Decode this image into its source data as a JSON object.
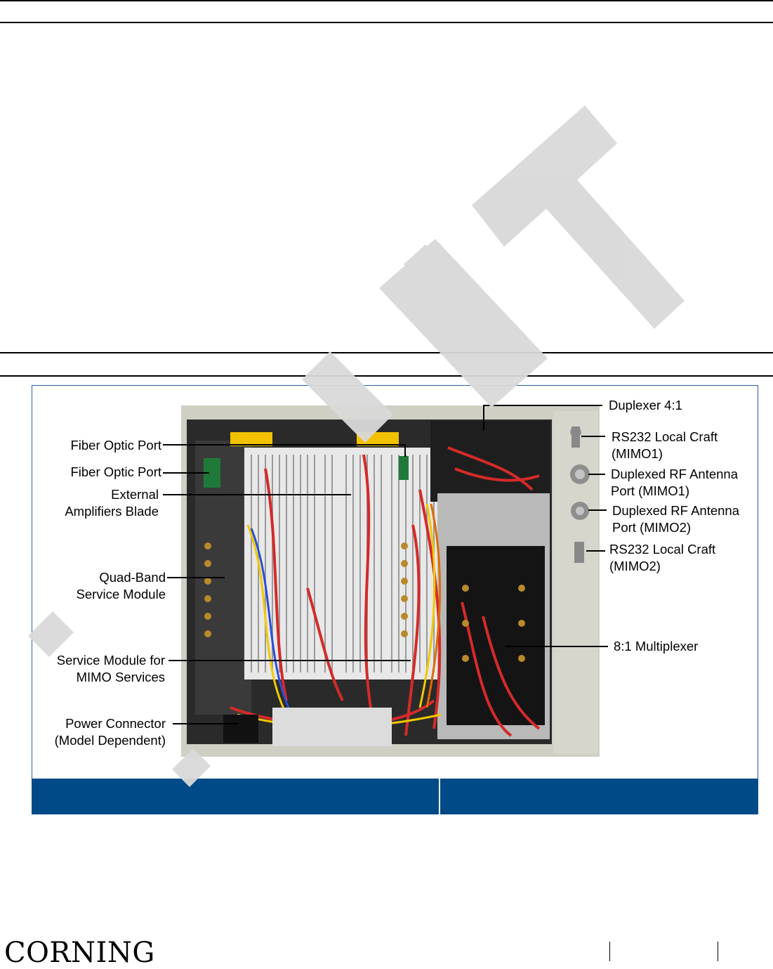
{
  "figure": {
    "callouts": {
      "duplexer": "Duplexer 4:1",
      "fiber_optic_port_1": "Fiber Optic Port",
      "fiber_optic_port_2": "Fiber Optic Port",
      "external_amplifiers_line1": "External",
      "external_amplifiers_line2": "Amplifiers Blade",
      "quad_band_line1": "Quad-Band",
      "quad_band_line2": "Service Module",
      "mimo_module_line1": "Service Module for",
      "mimo_module_line2": "MIMO Services",
      "power_line1": "Power Connector",
      "power_line2": "(Model Dependent)",
      "rs232_mimo1_line1": "RS232 Local Craft",
      "rs232_mimo1_line2": "(MIMO1)",
      "antenna_mimo1_line1": "Duplexed RF Antenna",
      "antenna_mimo1_line2": "Port (MIMO1)",
      "antenna_mimo2_line1": "Duplexed RF Antenna",
      "antenna_mimo2_line2": "Port (MIMO2)",
      "rs232_mimo2_line1": "RS232 Local Craft",
      "rs232_mimo2_line2": "(MIMO2)",
      "multiplexer": "8:1 Multiplexer"
    },
    "caption": {
      "left": "",
      "right": ""
    }
  },
  "footer": {
    "logo_text": "CORNING"
  },
  "colors": {
    "caption_bar": "#004b87",
    "watermark": "#d9d9d9",
    "cable_red": "#d42a2a"
  }
}
